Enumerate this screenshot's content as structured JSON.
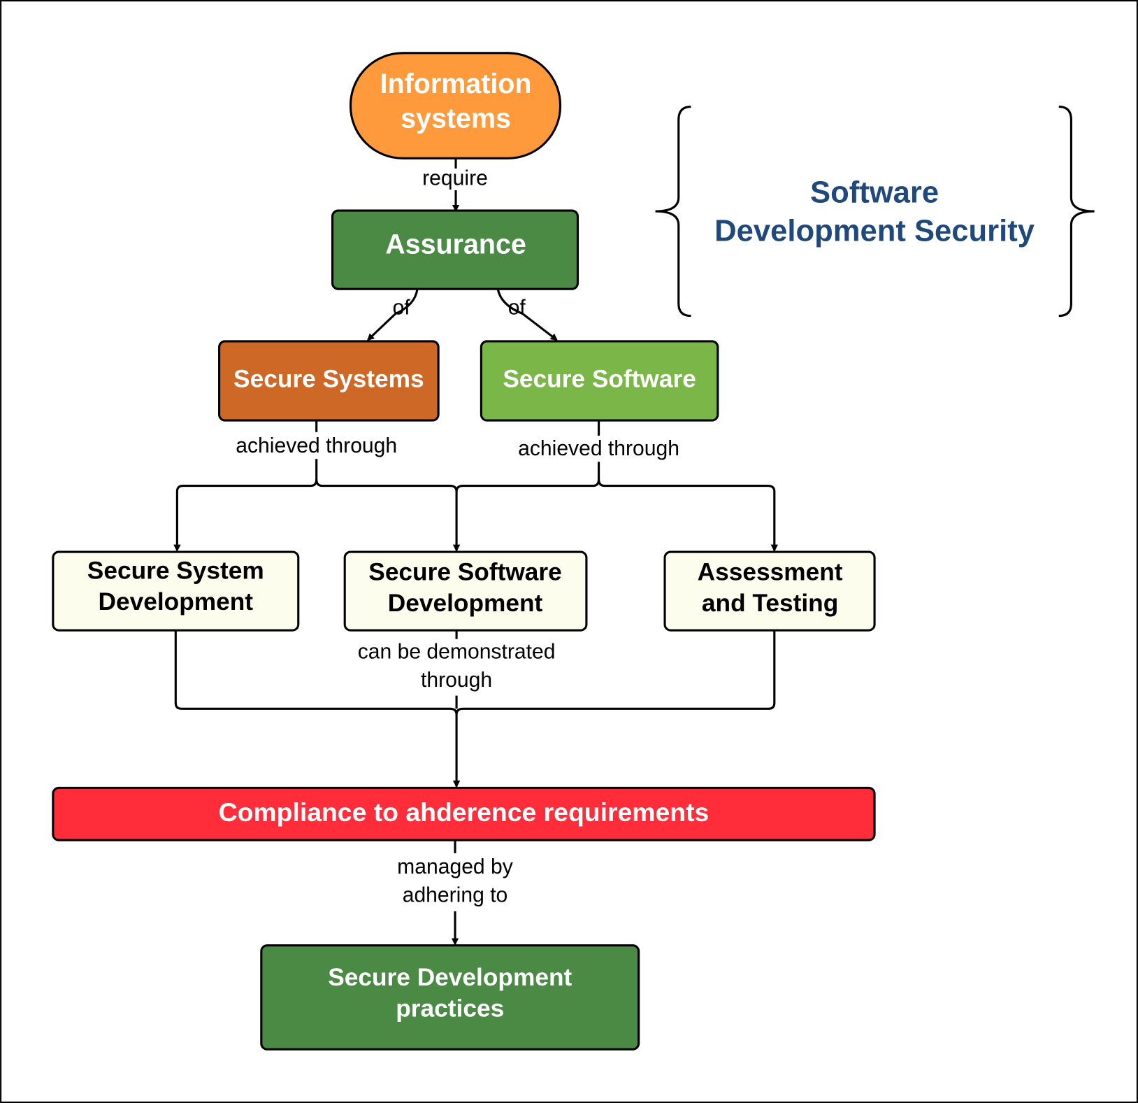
{
  "nodes": {
    "info": {
      "line1": "Information",
      "line2": "systems",
      "fill": "#ff9a3c"
    },
    "assurance": {
      "label": "Assurance",
      "fill": "#4a8a45"
    },
    "secure_systems": {
      "label": "Secure Systems",
      "fill": "#cd6827"
    },
    "secure_software": {
      "label": "Secure Software",
      "fill": "#7ab648"
    },
    "ssd": {
      "line1": "Secure System",
      "line2": "Development",
      "fill": "#fdfdee"
    },
    "swd": {
      "line1": "Secure Software",
      "line2": "Development",
      "fill": "#fdfdee"
    },
    "assess": {
      "line1": "Assessment",
      "line2": "and Testing",
      "fill": "#fdfdee"
    },
    "compliance": {
      "label": "Compliance to ahderence requirements",
      "fill": "#ff2d3a"
    },
    "practices": {
      "line1": "Secure Development",
      "line2": "practices",
      "fill": "#4a8a45"
    }
  },
  "edges": {
    "require": "require",
    "of_left": "of",
    "of_right": "of",
    "achieved_left": "achieved through",
    "achieved_right": "achieved through",
    "demonstrated_line1": "can be demonstrated",
    "demonstrated_line2": "through",
    "managed_line1": "managed by",
    "managed_line2": "adhering to"
  },
  "annotation": {
    "line1": "Software",
    "line2": "Development Security",
    "color": "#1f497d"
  }
}
